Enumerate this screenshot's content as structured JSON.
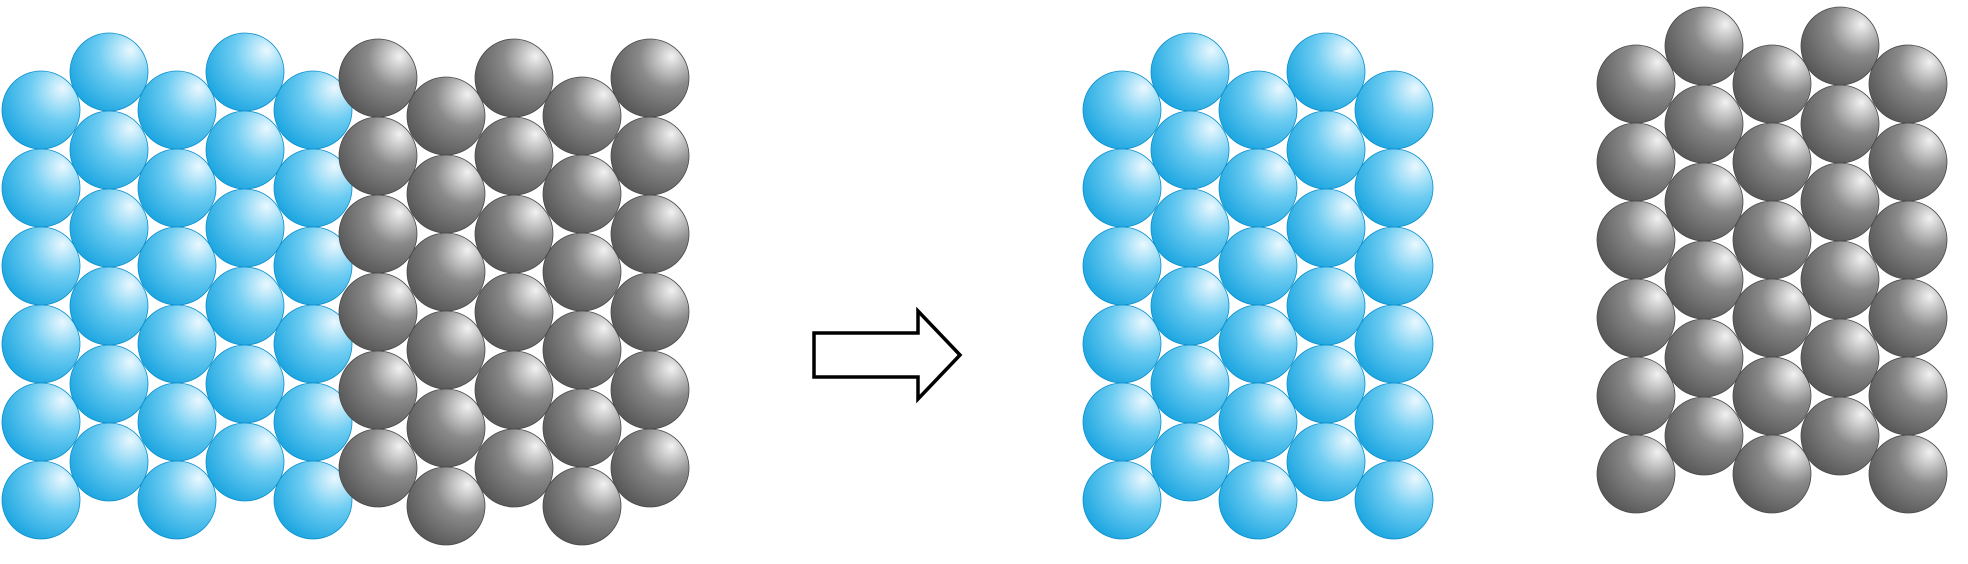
{
  "diagram": {
    "background": "#ffffff",
    "colors": {
      "blue_highlight": "#eaf8ff",
      "blue_mid": "#6fcdf2",
      "blue_dark": "#14a2df",
      "gray_highlight": "#f2f2f2",
      "gray_mid": "#8a8a8a",
      "gray_dark": "#525252",
      "arrow_fill": "#ffffff",
      "arrow_stroke": "#000000"
    },
    "arrow_icon": "right-arrow-outline",
    "groups": [
      {
        "name": "combined-lattice-blue-part",
        "color": "blue",
        "columns": 5,
        "rows": [
          6,
          6,
          6,
          6,
          6
        ]
      },
      {
        "name": "combined-lattice-gray-part",
        "color": "gray",
        "columns": 5,
        "rows": [
          6,
          6,
          6,
          6,
          6
        ]
      },
      {
        "name": "separated-blue-lattice",
        "color": "blue",
        "columns": 5,
        "rows": [
          6,
          6,
          6,
          6,
          6
        ]
      },
      {
        "name": "separated-gray-lattice",
        "color": "gray",
        "columns": 5,
        "rows": [
          6,
          6,
          6,
          6,
          6
        ]
      }
    ]
  }
}
